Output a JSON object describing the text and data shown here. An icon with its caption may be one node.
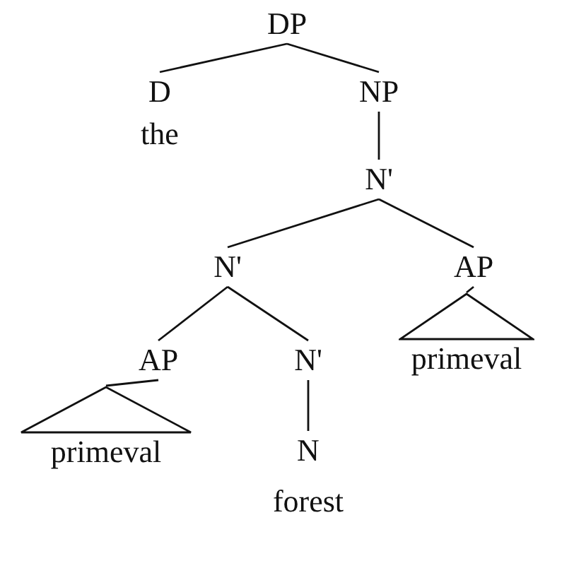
{
  "diagram": {
    "nodes": [
      {
        "text": [
          "DP"
        ]
      },
      {
        "text": [
          "D",
          "the"
        ]
      },
      {
        "text": [
          "NP"
        ]
      },
      {
        "text": [
          "N'"
        ]
      },
      {
        "text": [
          "N'"
        ]
      },
      {
        "text": [
          "AP"
        ]
      },
      {
        "text": [
          "AP"
        ]
      },
      {
        "text": [
          "N'"
        ]
      },
      {
        "text": [
          "primeval"
        ]
      },
      {
        "text": [
          "primeval"
        ]
      },
      {
        "text": [
          "N",
          "forest"
        ]
      }
    ],
    "edges": [
      {
        "from": 0,
        "to": 1,
        "arrow": "none"
      },
      {
        "from": 0,
        "to": 2,
        "arrow": "none"
      },
      {
        "from": 2,
        "to": 3,
        "arrow": "none"
      },
      {
        "from": 3,
        "to": 4,
        "arrow": "none"
      },
      {
        "from": 3,
        "to": 5,
        "arrow": "none"
      },
      {
        "from": 4,
        "to": 6,
        "arrow": "none"
      },
      {
        "from": 4,
        "to": 7,
        "arrow": "none"
      },
      {
        "from": 5,
        "to": 8,
        "arrow": "none"
      },
      {
        "from": 6,
        "to": 9,
        "arrow": "none"
      },
      {
        "from": 7,
        "to": 10,
        "arrow": "none"
      }
    ]
  }
}
